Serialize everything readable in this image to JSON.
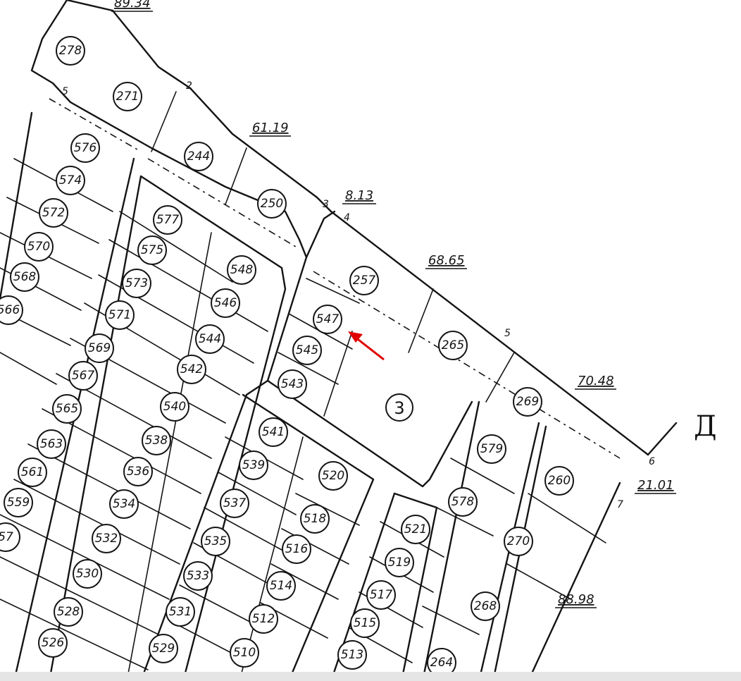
{
  "plots": [
    "278",
    "271",
    "244",
    "250",
    "576",
    "574",
    "572",
    "570",
    "568",
    "566",
    "577",
    "575",
    "573",
    "571",
    "569",
    "567",
    "565",
    "563",
    "561",
    "559",
    "57",
    "548",
    "546",
    "544",
    "542",
    "540",
    "538",
    "536",
    "534",
    "532",
    "530",
    "528",
    "526",
    "547",
    "545",
    "543",
    "257",
    "265",
    "269",
    "579",
    "578",
    "260",
    "270",
    "268",
    "541",
    "539",
    "537",
    "535",
    "533",
    "531",
    "529",
    "520",
    "518",
    "516",
    "514",
    "512",
    "510",
    "521",
    "519",
    "517",
    "515",
    "513",
    "264"
  ],
  "block": "3",
  "dimensions": [
    "89.34",
    "61.19",
    "8.13",
    "68.65",
    "70.48",
    "21.01",
    "88.98"
  ],
  "vertices": [
    "5",
    "2",
    "3",
    "4",
    "5",
    "6",
    "7"
  ],
  "letter": "Д",
  "accent_color": "#e00000"
}
